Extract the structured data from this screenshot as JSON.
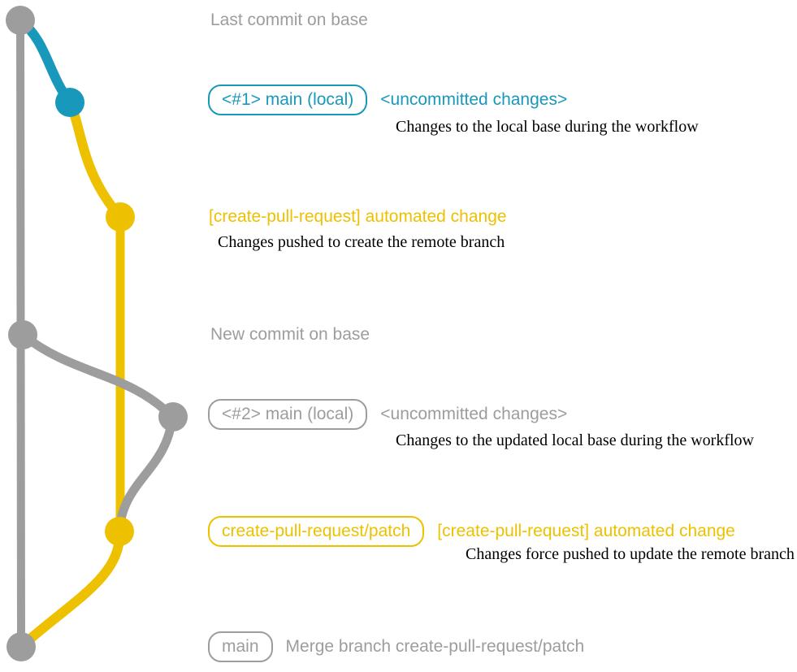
{
  "colors": {
    "gray": "#9d9d9d",
    "teal": "#1898bb",
    "yellow": "#eec100",
    "description_text": "#000000"
  },
  "labels": {
    "last_commit": "Last commit on base",
    "branch1_badge": "<#1> main (local)",
    "branch1_status": "<uncommitted changes>",
    "branch1_desc": "Changes to the local base during the workflow",
    "push1_title": "[create-pull-request] automated change",
    "push1_desc": "Changes pushed to create the remote branch",
    "new_commit": "New commit on base",
    "branch2_badge": "<#2> main (local)",
    "branch2_status": "<uncommitted changes>",
    "branch2_desc": "Changes to the updated local base during the workflow",
    "push2_badge": "create-pull-request/patch",
    "push2_title": "[create-pull-request] automated change",
    "push2_desc": "Changes force pushed to update the remote branch",
    "merge_badge": "main",
    "merge_title": "Merge branch create-pull-request/patch"
  },
  "graph": {
    "branches": [
      {
        "name": "base",
        "color": "#9d9d9d"
      },
      {
        "name": "local-main",
        "color": "#1898bb"
      },
      {
        "name": "create-pull-request/patch",
        "color": "#eec100"
      }
    ],
    "commits": [
      {
        "order": 1,
        "color": "#9d9d9d",
        "label": "Last commit on base"
      },
      {
        "order": 2,
        "color": "#1898bb",
        "label": "<#1> main (local) <uncommitted changes>"
      },
      {
        "order": 3,
        "color": "#eec100",
        "label": "[create-pull-request] automated change"
      },
      {
        "order": 4,
        "color": "#9d9d9d",
        "label": "New commit on base"
      },
      {
        "order": 5,
        "color": "#9d9d9d",
        "label": "<#2> main (local) <uncommitted changes>"
      },
      {
        "order": 6,
        "color": "#eec100",
        "label": "create-pull-request/patch [create-pull-request] automated change"
      },
      {
        "order": 7,
        "color": "#9d9d9d",
        "label": "main Merge branch create-pull-request/patch"
      }
    ]
  }
}
